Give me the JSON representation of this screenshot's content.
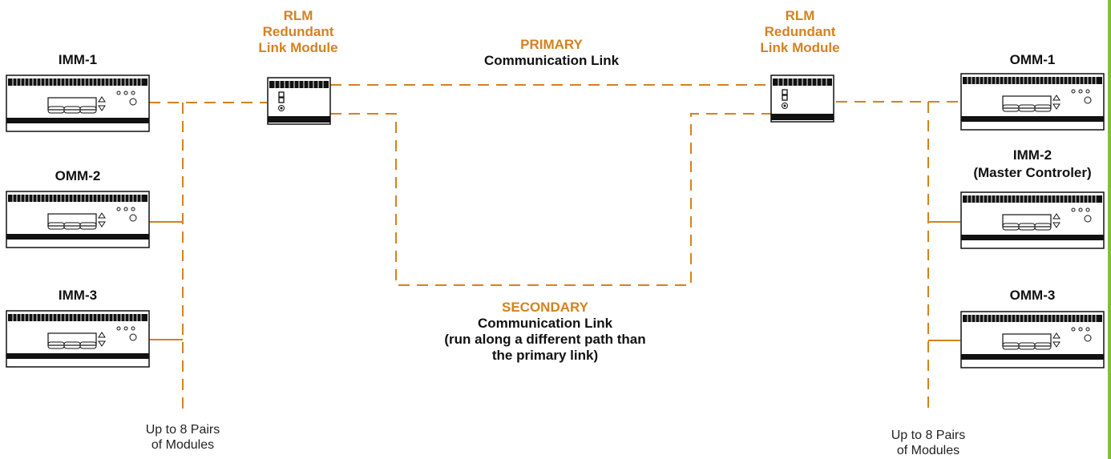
{
  "colors": {
    "accent": "#d4821e",
    "edge_bar": "#7fbf3f",
    "device_dark": "#111111"
  },
  "left_modules": [
    "IMM-1",
    "OMM-2",
    "IMM-3"
  ],
  "right_modules": {
    "omm1": "OMM-1",
    "imm2_line1": "IMM-2",
    "imm2_line2": "(Master Controler)",
    "omm3": "OMM-3"
  },
  "rlm_left": {
    "line1": "RLM",
    "line2": "Redundant",
    "line3": "Link Module"
  },
  "rlm_right": {
    "line1": "RLM",
    "line2": "Redundant",
    "line3": "Link Module"
  },
  "primary": {
    "title": "PRIMARY",
    "subtitle": "Communication Link"
  },
  "secondary": {
    "title": "SECONDARY",
    "line1": "Communication Link",
    "line2": "(run along a different path than",
    "line3": "the primary link)"
  },
  "pairs_note_left": {
    "line1": "Up to 8 Pairs",
    "line2": "of Modules"
  },
  "pairs_note_right": {
    "line1": "Up to 8 Pairs",
    "line2": "of Modules"
  },
  "icons": [
    "device-module-icon",
    "rlm-device-icon",
    "up-arrow-icon",
    "down-arrow-icon"
  ]
}
